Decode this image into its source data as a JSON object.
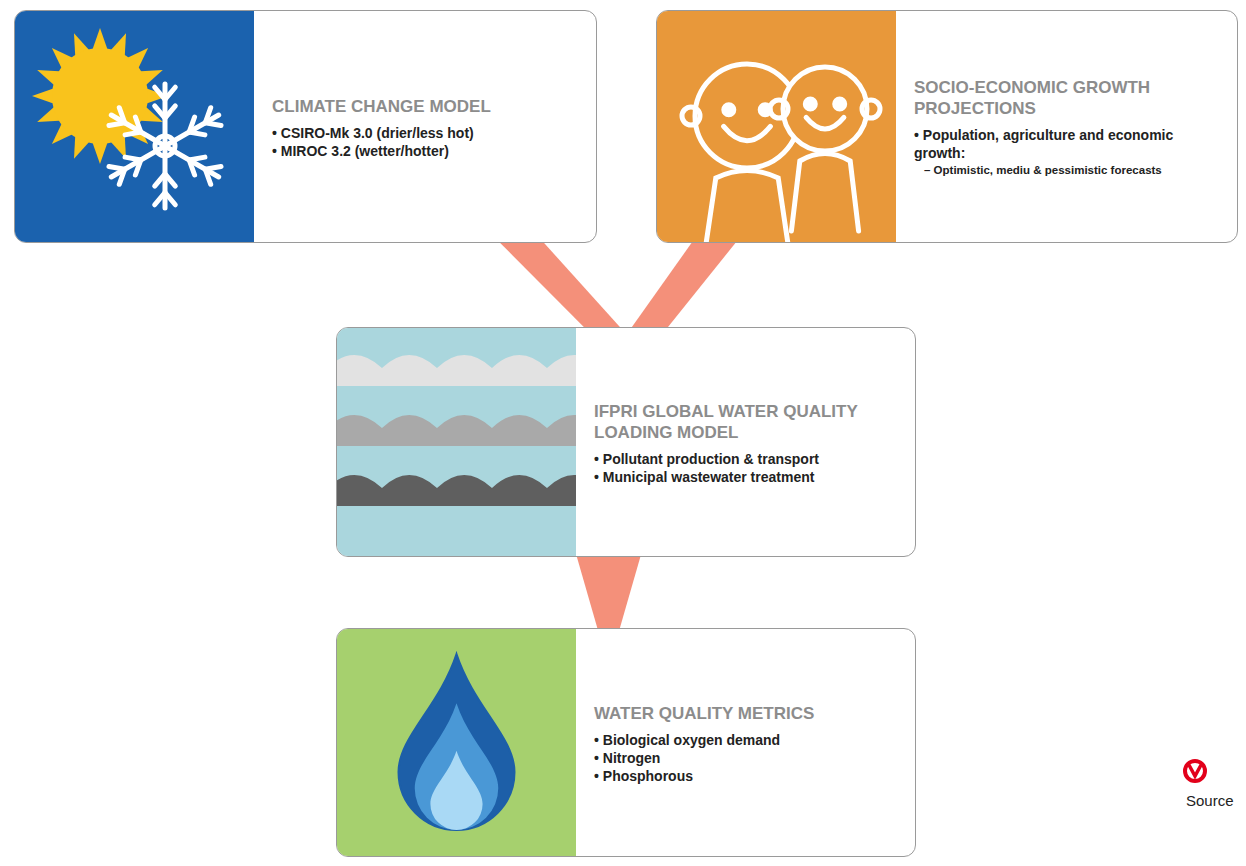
{
  "diagram": {
    "nodes": [
      {
        "text": [
          "CLIMATE CHANGE MODEL",
          "• CSIRO-Mk 3.0 (drier/less hot)",
          "• MIROC 3.2 (wetter/hotter)"
        ]
      },
      {
        "text": [
          "SOCIO-ECONOMIC GROWTH PROJECTIONS",
          "• Population, agriculture and economic growth:",
          "– Optimistic, mediu & pessimistic forecasts"
        ]
      },
      {
        "text": [
          "IFPRI GLOBAL WATER QUALITY LOADING MODEL",
          "• Pollutant production & transport",
          "• Municipal wastewater treatment"
        ]
      },
      {
        "text": [
          "WATER QUALITY METRICS",
          "• Biological oxygen demand",
          "• Nitrogen",
          "• Phosphorous"
        ]
      }
    ],
    "edges": [
      {
        "from": 0,
        "to": 2,
        "arrow": "none"
      },
      {
        "from": 1,
        "to": 2,
        "arrow": "none"
      },
      {
        "from": 2,
        "to": 3,
        "arrow": "none"
      }
    ],
    "labels": [
      "Source"
    ]
  }
}
